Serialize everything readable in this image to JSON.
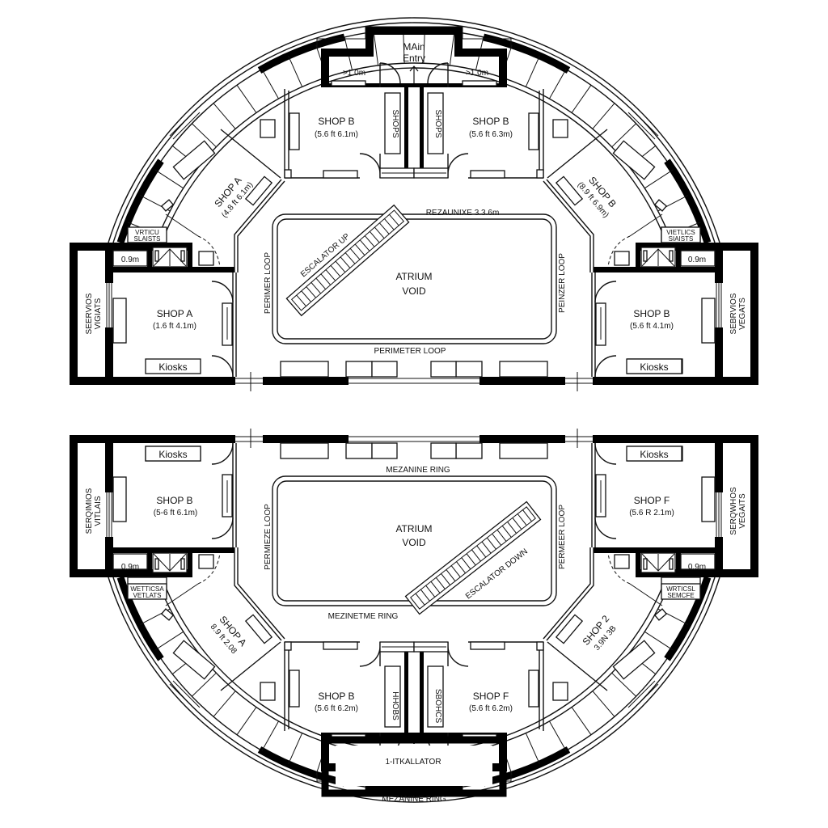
{
  "upper_plan": {
    "main_entry": [
      "MAin",
      "Entry"
    ],
    "clearance_left": ">1.0m",
    "clearance_right": ">1.0m",
    "shop_top_left": {
      "name": "SHOP B",
      "size": "(5.6 ft 6.1m)"
    },
    "shop_top_right": {
      "name": "SHOP B",
      "size": "(5.6 ft 6.3m)"
    },
    "sign_left": "SHOPS",
    "sign_right": "SHOPS",
    "shop_diag_left": {
      "name": "SHOP A",
      "size": "(4.8 ft 6.1m)"
    },
    "shop_diag_right": {
      "name": "SHOP B",
      "size": "(8.9 ft 6.9m)"
    },
    "shafts_left": [
      "VRTICU",
      "SLAISTS"
    ],
    "shafts_right": [
      "VIETLICS",
      "SIAISTS"
    ],
    "gap_left": "0.9m",
    "gap_right": "0.9m",
    "services_left": [
      "SEERVIOS",
      "VIGIATS"
    ],
    "services_right": [
      "SEBRVIOS",
      "VEGATS"
    ],
    "shop_wing_left": {
      "name": "SHOP A",
      "size": "(1.6 ft 4.1m)"
    },
    "shop_wing_right": {
      "name": "SHOP B",
      "size": "(5.6 ft 4.1m)"
    },
    "kiosks_left": "Kiosks",
    "kiosks_right": "Kiosks",
    "loop_left": "PERIMER LOOP",
    "loop_right": "PEINZER LOOP",
    "atrium": [
      "ATRIUM",
      "VOID"
    ],
    "escalator": "ESCALATOR UP",
    "mezzanine_dim": "REZAUNIXE 3.3.6m",
    "loop_bottom": "PERIMETER LOOP"
  },
  "lower_plan": {
    "kiosks_left": "Kiosks",
    "kiosks_right": "Kiosks",
    "shop_wing_left": {
      "name": "SHOP B",
      "size": "(5-6 ft 6.1m)"
    },
    "shop_wing_right": {
      "name": "SHOP F",
      "size": "(5.6 R 2.1m)"
    },
    "services_left": [
      "SERQIMIOS",
      "VITLAIS"
    ],
    "services_right": [
      "SERQWHOS",
      "VEGAITS"
    ],
    "gap_left": "0.9m",
    "gap_right": "0.9m",
    "shafts_left": [
      "WETTICSA",
      "VETLATS"
    ],
    "shafts_right": [
      "WRTICSL",
      "SEMCFE"
    ],
    "shop_diag_left": {
      "name": "SHOP A",
      "size": "8.9 ft 2.08"
    },
    "shop_diag_right": {
      "name": "SHOP 2",
      "size": "3.9N 3B"
    },
    "loop_left": "PERMIEZE LOOP",
    "loop_right": "PERMEER LOOP",
    "ring_top": "MEZANINE RING",
    "atrium": [
      "ATRIUM",
      "VOID"
    ],
    "escalator": "ESCALATOR DOWN",
    "ring_mid": "MEZINETME RING",
    "shop_bottom_left": {
      "name": "SHOP B",
      "size": "(5.6 ft 6.2m)"
    },
    "shop_bottom_right": {
      "name": "SHOP F",
      "size": "(5.6 ft 6.2m)"
    },
    "sign_left": "HHOBS",
    "sign_right": "SBOHCS",
    "escalator_block": "1-ITKALLATOR",
    "ring_bottom": "MEZANINE RING"
  }
}
